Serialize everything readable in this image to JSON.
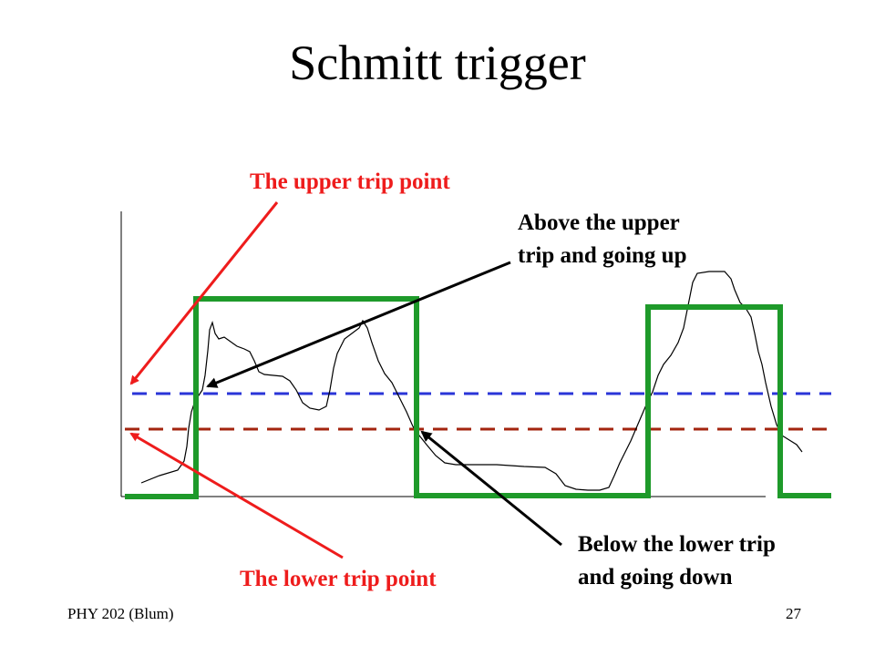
{
  "slide": {
    "title": "Schmitt trigger",
    "labels": {
      "upper_trip": "The upper trip point",
      "lower_trip": "The lower trip point",
      "above_line1": "Above the upper",
      "above_line2": "trip and going up",
      "below_line1": "Below the lower trip",
      "below_line2": "and going down"
    },
    "footer": {
      "left": "PHY 202 (Blum)",
      "right": "27"
    }
  },
  "colors": {
    "output": "#1e9a2a",
    "upper_threshold": "#2a35d8",
    "lower_threshold": "#a3240f",
    "red_text": "#ee1c1c",
    "arrow_black": "#000000"
  }
}
